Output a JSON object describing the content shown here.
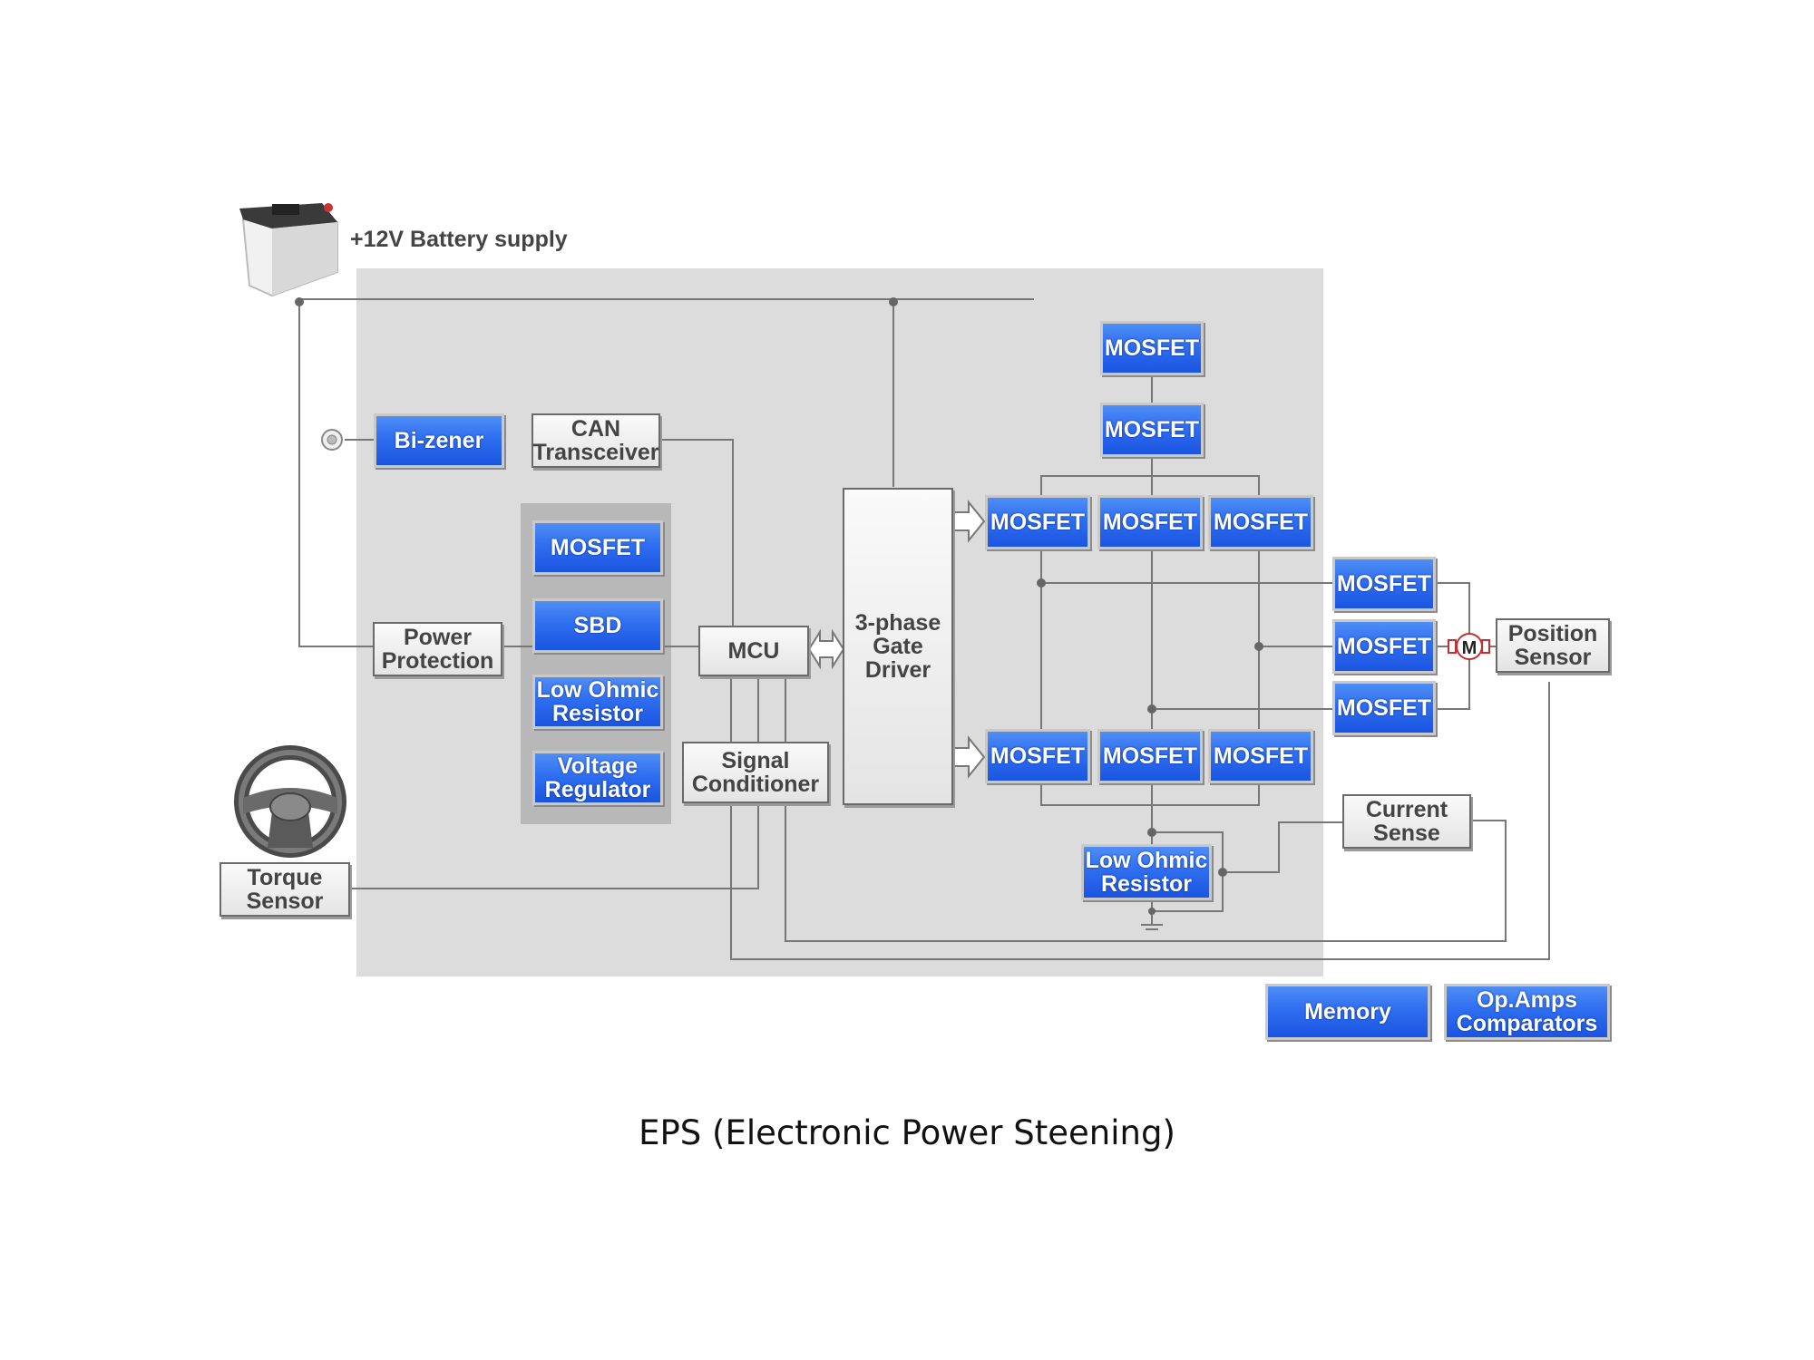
{
  "title": "EPS (Electronic Power Steening)",
  "battery_label": "+12V Battery supply",
  "colors": {
    "panel": "#dcdcdc",
    "component_blue": "#2f6ef0",
    "wire": "#777777"
  },
  "icons": [
    "battery-icon",
    "connector-icon",
    "steering-wheel-icon",
    "motor-icon",
    "ground-icon"
  ],
  "motor_symbol": "M",
  "nodes": {
    "bi_zener": "Bi-zener",
    "can_transceiver": "CAN\nTransceiver",
    "power_protection": "Power\nProtection",
    "mcu": "MCU",
    "signal_conditioner": "Signal\nConditioner",
    "gate_driver": "3-phase\nGate\nDriver",
    "torque_sensor": "Torque\nSensor",
    "position_sensor": "Position\nSensor",
    "current_sense": "Current\nSense",
    "shunt_resistor": "Low Ohmic\nResistor",
    "group": {
      "mosfet": "MOSFET",
      "sbd": "SBD",
      "resistor": "Low Ohmic\nResistor",
      "regulator": "Voltage\nRegulator"
    },
    "top_mosfets": [
      "MOSFET",
      "MOSFET"
    ],
    "bridge_high": [
      "MOSFET",
      "MOSFET",
      "MOSFET"
    ],
    "bridge_low": [
      "MOSFET",
      "MOSFET",
      "MOSFET"
    ],
    "phase_mosfets": [
      "MOSFET",
      "MOSFET",
      "MOSFET"
    ],
    "memory": "Memory",
    "opamps": "Op.Amps\nComparators"
  }
}
